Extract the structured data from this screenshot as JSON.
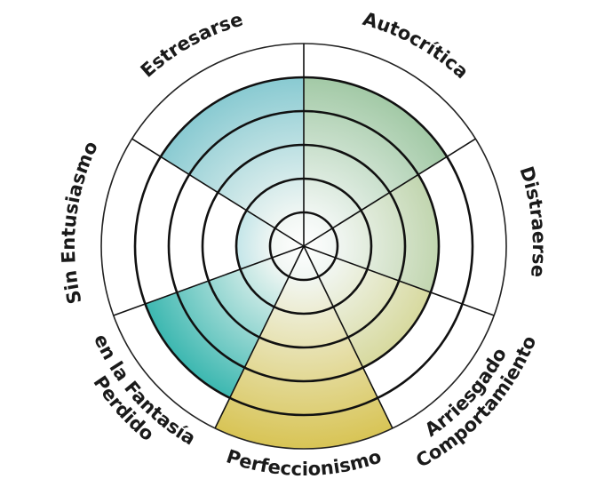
{
  "chart_data": {
    "type": "radial-bar",
    "ring_count": 6,
    "categories": [
      "Autocrítica",
      "Distraerse",
      "Comportamiento Arriesgado",
      "Perfeccionismo",
      "Perdido en la Fantasía",
      "Sin Entusiasmo",
      "Estresarse"
    ],
    "values": [
      5,
      4,
      4,
      6,
      5,
      2,
      5
    ],
    "labels": [
      [
        "Autocrítica"
      ],
      [
        "Distraerse"
      ],
      [
        "Comportamiento",
        "Arriesgado"
      ],
      [
        "Perfeccionismo"
      ],
      [
        "Perdido",
        "en la Fantasía"
      ],
      [
        "Sin Entusiasmo"
      ],
      [
        "Estresarse"
      ]
    ],
    "colors": {
      "autocritica": "#8fbe93",
      "distraerse": "#a2c083",
      "arriesgado": "#c6c667",
      "perfeccionismo": "#d8c455",
      "fantasia": "#10a8a0",
      "entusiasmo": "#1aa6bf",
      "estresarse": "#6fbfc9",
      "lines": "#111111"
    }
  }
}
